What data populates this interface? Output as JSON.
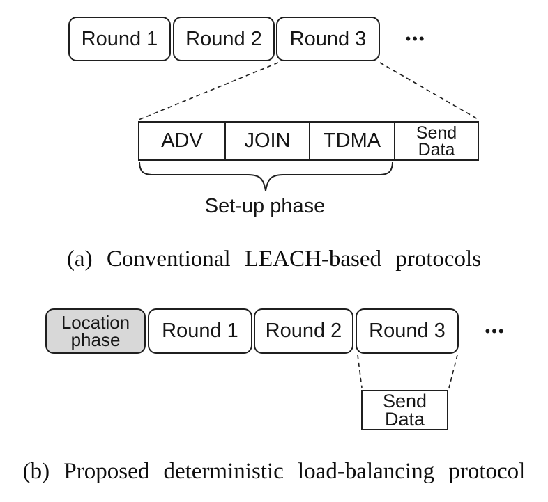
{
  "colors": {
    "line": "#1f1f1f",
    "text": "#161616",
    "location_fill": "#d8d8d8",
    "background": "#ffffff"
  },
  "diagram_a": {
    "rounds": [
      "Round 1",
      "Round 2",
      "Round 3"
    ],
    "ellipsis": "•••",
    "slots": [
      "ADV",
      "JOIN",
      "TDMA"
    ],
    "send_data": {
      "line1": "Send",
      "line2": "Data"
    },
    "brace_label": "Set-up phase",
    "caption": "(a) Conventional LEACH-based protocols"
  },
  "diagram_b": {
    "location_phase": {
      "line1": "Location",
      "line2": "phase"
    },
    "rounds": [
      "Round 1",
      "Round 2",
      "Round 3"
    ],
    "ellipsis": "•••",
    "send_data": {
      "line1": "Send",
      "line2": "Data"
    },
    "caption": "(b) Proposed deterministic load-balancing protocol"
  }
}
